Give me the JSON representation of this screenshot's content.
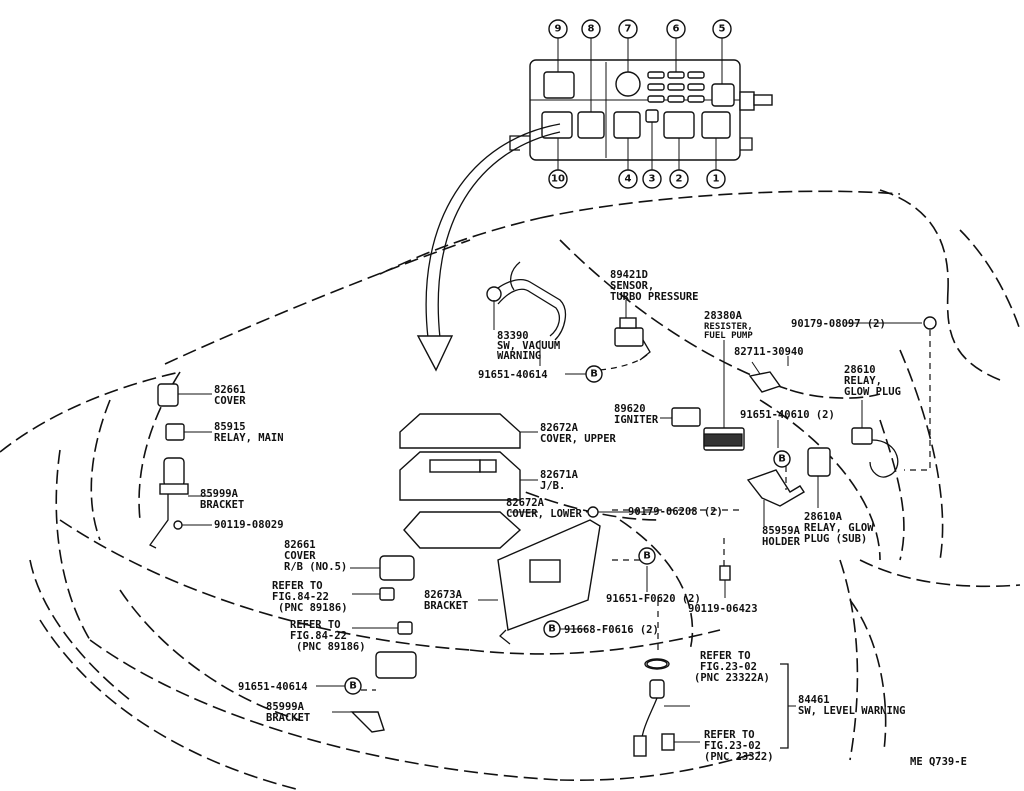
{
  "relay_block": {
    "callouts": [
      "9",
      "8",
      "7",
      "6",
      "5",
      "10",
      "4",
      "3",
      "2",
      "1"
    ]
  },
  "labels": {
    "p89421d": [
      "89421D",
      "SENSOR,",
      "TURBO PRESSURE"
    ],
    "p83390": [
      "83390",
      "SW, VACUUM",
      "WARNING"
    ],
    "p91651_40614_a": "91651-40614",
    "p82661_cover": [
      "82661",
      "COVER"
    ],
    "p85915": [
      "85915",
      "RELAY, MAIN"
    ],
    "p85999a_top": [
      "85999A",
      "BRACKET"
    ],
    "p90119_08029": "90119-08029",
    "p82661_rb": [
      "82661",
      "COVER",
      "R/B (NO.5)"
    ],
    "refer_a": [
      "REFER TO",
      "FIG.84-22",
      "(PNC 89186)"
    ],
    "refer_b": [
      "REFER TO",
      "FIG.84-22",
      "(PNC 89186)"
    ],
    "p91651_40614_b": "91651-40614",
    "p85999a_bot": [
      "85999A",
      "BRACKET"
    ],
    "p82672a": [
      "82672A",
      "COVER, UPPER"
    ],
    "p82671a": [
      "82671A",
      "J/B."
    ],
    "p82672a_lower": [
      "82672A",
      "COVER, LOWER"
    ],
    "p82673a": [
      "82673A",
      "BRACKET"
    ],
    "p91668_f0616": "91668-F0616 (2)",
    "p91651_f0620": "91651-F0620 (2)",
    "p90179_06208": "90179-06208 (2)",
    "p89620": [
      "89620",
      "IGNITER"
    ],
    "p28380a": [
      "28380A",
      "RESISTER,",
      "FUEL PUMP"
    ],
    "p82711_30940": "82711-30940",
    "p91651_40610": "91651-40610 (2)",
    "p90179_08097": "90179-08097 (2)",
    "p28610": [
      "28610",
      "RELAY,",
      "GLOW PLUG"
    ],
    "p28610a": [
      "28610A",
      "RELAY, GLOW",
      "PLUG (SUB)"
    ],
    "p85959a": [
      "85959A",
      "HOLDER"
    ],
    "p90119_06423": "90119-06423",
    "refer_c": [
      "REFER TO",
      "FIG.23-02",
      "(PNC 23322A)"
    ],
    "p84461": [
      "84461",
      "SW, LEVEL WARNING"
    ],
    "refer_d": [
      "REFER TO",
      "FIG.23-02",
      "(PNC 23322)"
    ],
    "b_marker": "B",
    "footer_code": "ME Q739-E"
  }
}
